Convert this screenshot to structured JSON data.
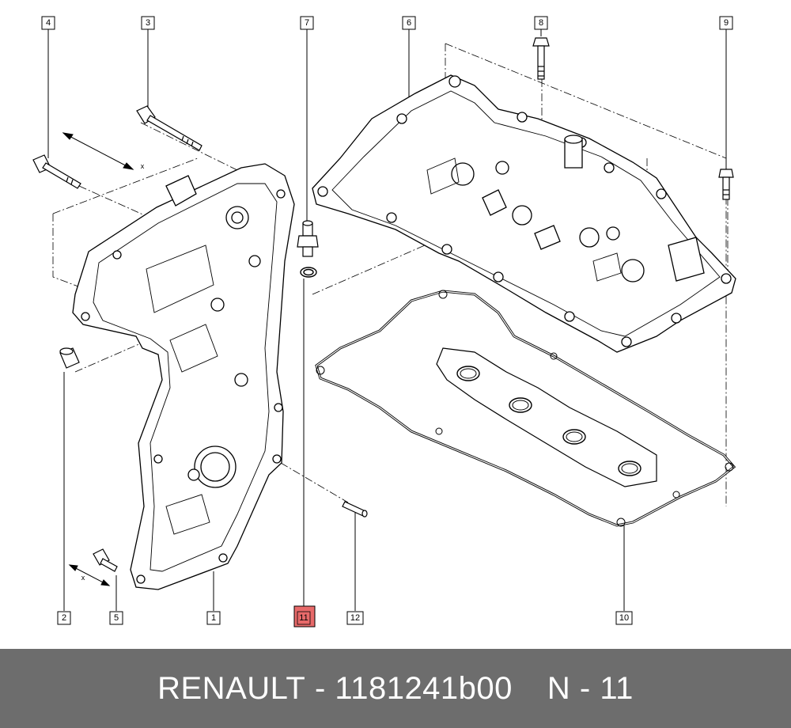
{
  "diagram": {
    "callouts": [
      {
        "id": "4",
        "label": "4"
      },
      {
        "id": "3",
        "label": "3"
      },
      {
        "id": "7",
        "label": "7"
      },
      {
        "id": "6",
        "label": "6"
      },
      {
        "id": "8",
        "label": "8"
      },
      {
        "id": "9",
        "label": "9"
      },
      {
        "id": "2",
        "label": "2"
      },
      {
        "id": "5",
        "label": "5"
      },
      {
        "id": "1",
        "label": "1"
      },
      {
        "id": "11",
        "label": "11",
        "highlighted": true
      },
      {
        "id": "12",
        "label": "12"
      },
      {
        "id": "10",
        "label": "10"
      }
    ],
    "dimension_marks": {
      "x_label": "x"
    },
    "highlight_color": "#e86a6a"
  },
  "footer": {
    "brand": "RENAULT",
    "separator": "-",
    "part_number": "1181241b00",
    "item_ref": "N - 11"
  }
}
